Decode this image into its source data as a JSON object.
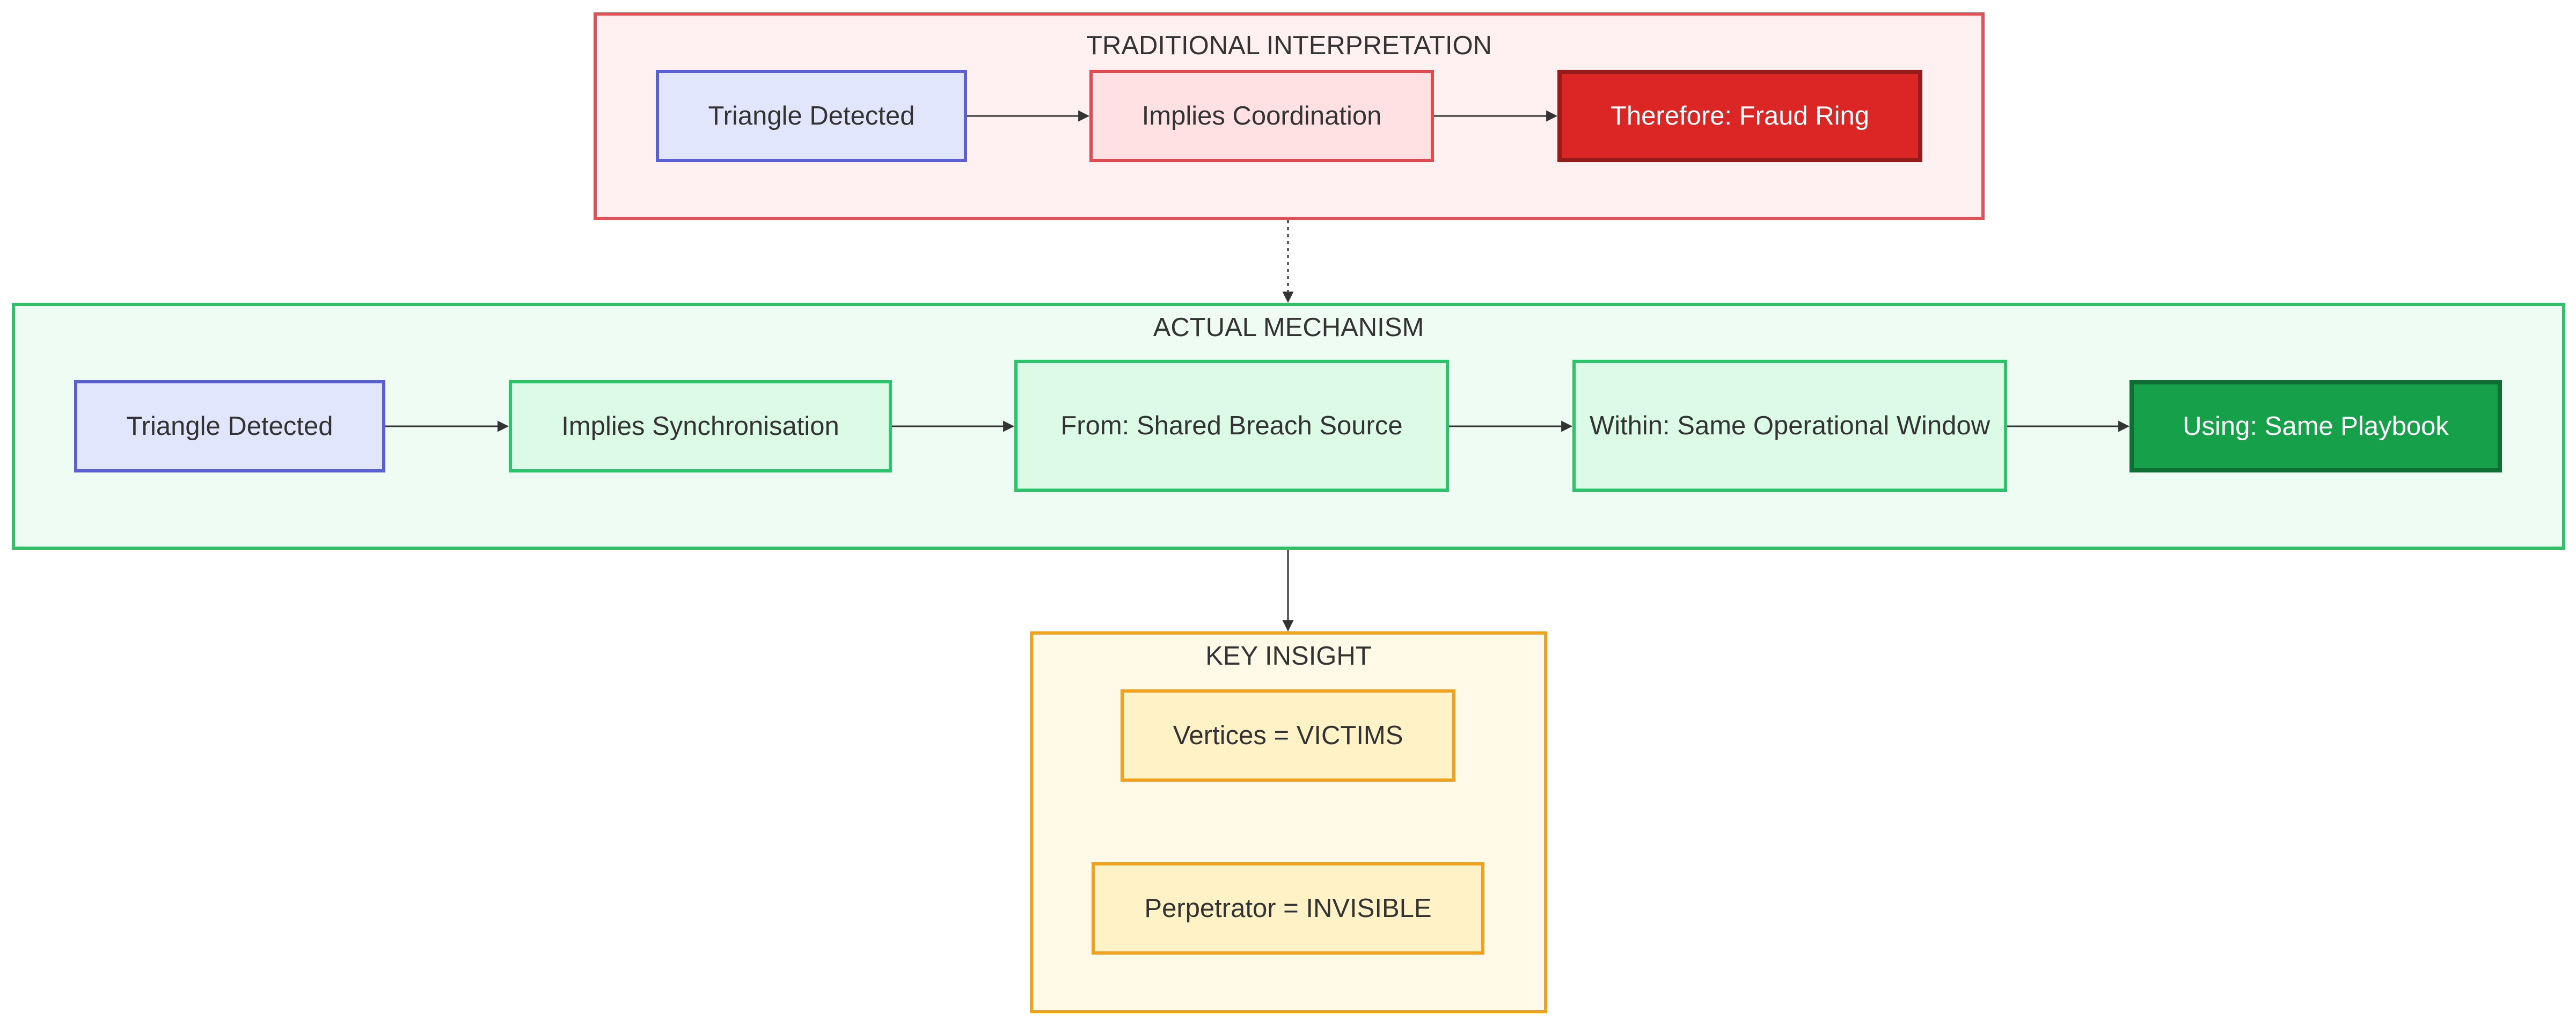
{
  "clusters": {
    "traditional": {
      "title": "TRADITIONAL INTERPRETATION",
      "nodes": {
        "triangle": "Triangle Detected",
        "coordination": "Implies Coordination",
        "fraud_ring": "Therefore: Fraud Ring"
      }
    },
    "actual": {
      "title": "ACTUAL MECHANISM",
      "nodes": {
        "triangle": "Triangle Detected",
        "synchronisation": "Implies Synchronisation",
        "breach": "From: Shared Breach Source",
        "window": "Within: Same Operational Window",
        "playbook": "Using: Same Playbook"
      }
    },
    "insight": {
      "title": "KEY INSIGHT",
      "nodes": {
        "victims": "Vertices = VICTIMS",
        "perpetrator": "Perpetrator = INVISIBLE"
      }
    }
  },
  "colors": {
    "traditional_accent": "#e05255",
    "actual_accent": "#30c068",
    "insight_accent": "#f0a21c",
    "fraud_node": "#dc2626",
    "playbook_node": "#15a049",
    "edge": "#333333"
  }
}
